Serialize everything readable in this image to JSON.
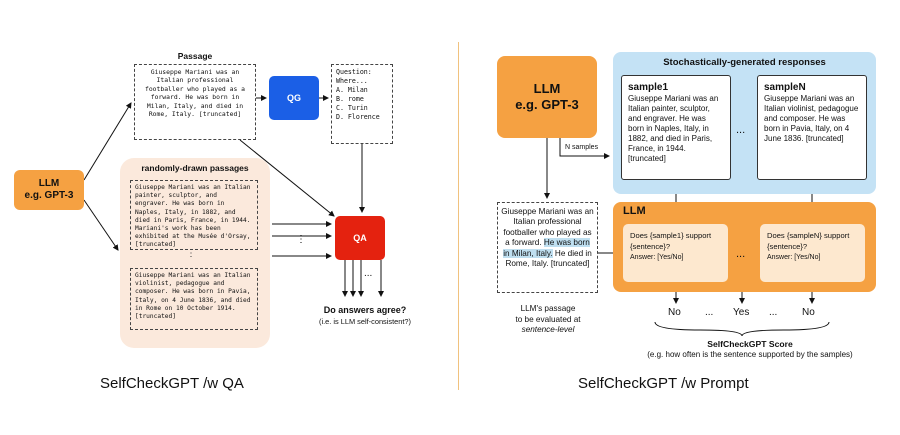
{
  "left": {
    "llm": {
      "line1": "LLM",
      "line2": "e.g. GPT-3"
    },
    "passage": {
      "title": "Passage",
      "text": "Giuseppe Mariani was an Italian professional footballer who played as a forward. He was born in Milan, Italy, and died in Rome, Italy. [truncated]"
    },
    "qg_label": "QG",
    "question": "Question:\nWhere...\nA. Milan\nB. rome\nC. Turin\nD. Florence",
    "random": {
      "title": "randomly-drawn passages",
      "p1": "Giuseppe Mariani was an Italian painter, sculptor, and engraver. He was born in Naples, Italy, in 1882, and died in Paris, France, in 1944. Mariani's work has been exhibited at the Musée d'Orsay, [truncated]",
      "dots": "⋮",
      "p2": "Giuseppe Mariani was an Italian violinist, pedagogue and composer. He was born in Pavia, Italy, on 4 June 1836, and died in Rome on 10 October 1914. [truncated]"
    },
    "qa_label": "QA",
    "agree_title": "Do answers agree?",
    "agree_sub": "(i.e. is LLM self-consistent?)",
    "caption": "SelfCheckGPT /w QA",
    "side_dots": "⋮",
    "out_dots": "..."
  },
  "right": {
    "llm": {
      "line1": "LLM",
      "line2": "e.g. GPT-3"
    },
    "n_samples": "N samples",
    "stoch_title": "Stochastically-generated responses",
    "sample1": {
      "title": "sample1",
      "text": "Giuseppe Mariani was an Italian painter, sculptor, and engraver. He was born in Naples, Italy, in 1882, and died in Paris, France, in 1944. [truncated]"
    },
    "sampleN": {
      "title": "sampleN",
      "text": "Giuseppe Mariani was an Italian violinist, pedagogue and composer. He was born in Pavia, Italy, on 4 June 1836. [truncated]"
    },
    "samples_dots": "...",
    "llm2_title": "LLM",
    "judge1": {
      "q": "Does {sample1} support {sentence}?",
      "a": "Answer: [Yes/No]"
    },
    "judgeN": {
      "q": "Does {sampleN} support {sentence}?",
      "a": "Answer: [Yes/No]"
    },
    "judge_dots": "...",
    "passage": {
      "pre": "Giuseppe Mariani was an Italian professional footballer who played as a forward. ",
      "highlight": "He was born in Milan, Italy.",
      "post": " He died in Rome, Italy. [truncated]"
    },
    "passage_caption": {
      "line1": "LLM's passage",
      "line2": "to be evaluated at",
      "line3": "sentence-level"
    },
    "results": [
      "No",
      "...",
      "Yes",
      "...",
      "No"
    ],
    "score_title": "SelfCheckGPT Score",
    "score_sub": "(e.g. how often is the sentence supported by the samples)",
    "caption": "SelfCheckGPT /w Prompt"
  },
  "colors": {
    "orange": "#f5a142",
    "blue": "#1b5fe6",
    "red": "#e4220f",
    "light_blue": "#c4e2f5",
    "peach": "#fbe9dc"
  }
}
